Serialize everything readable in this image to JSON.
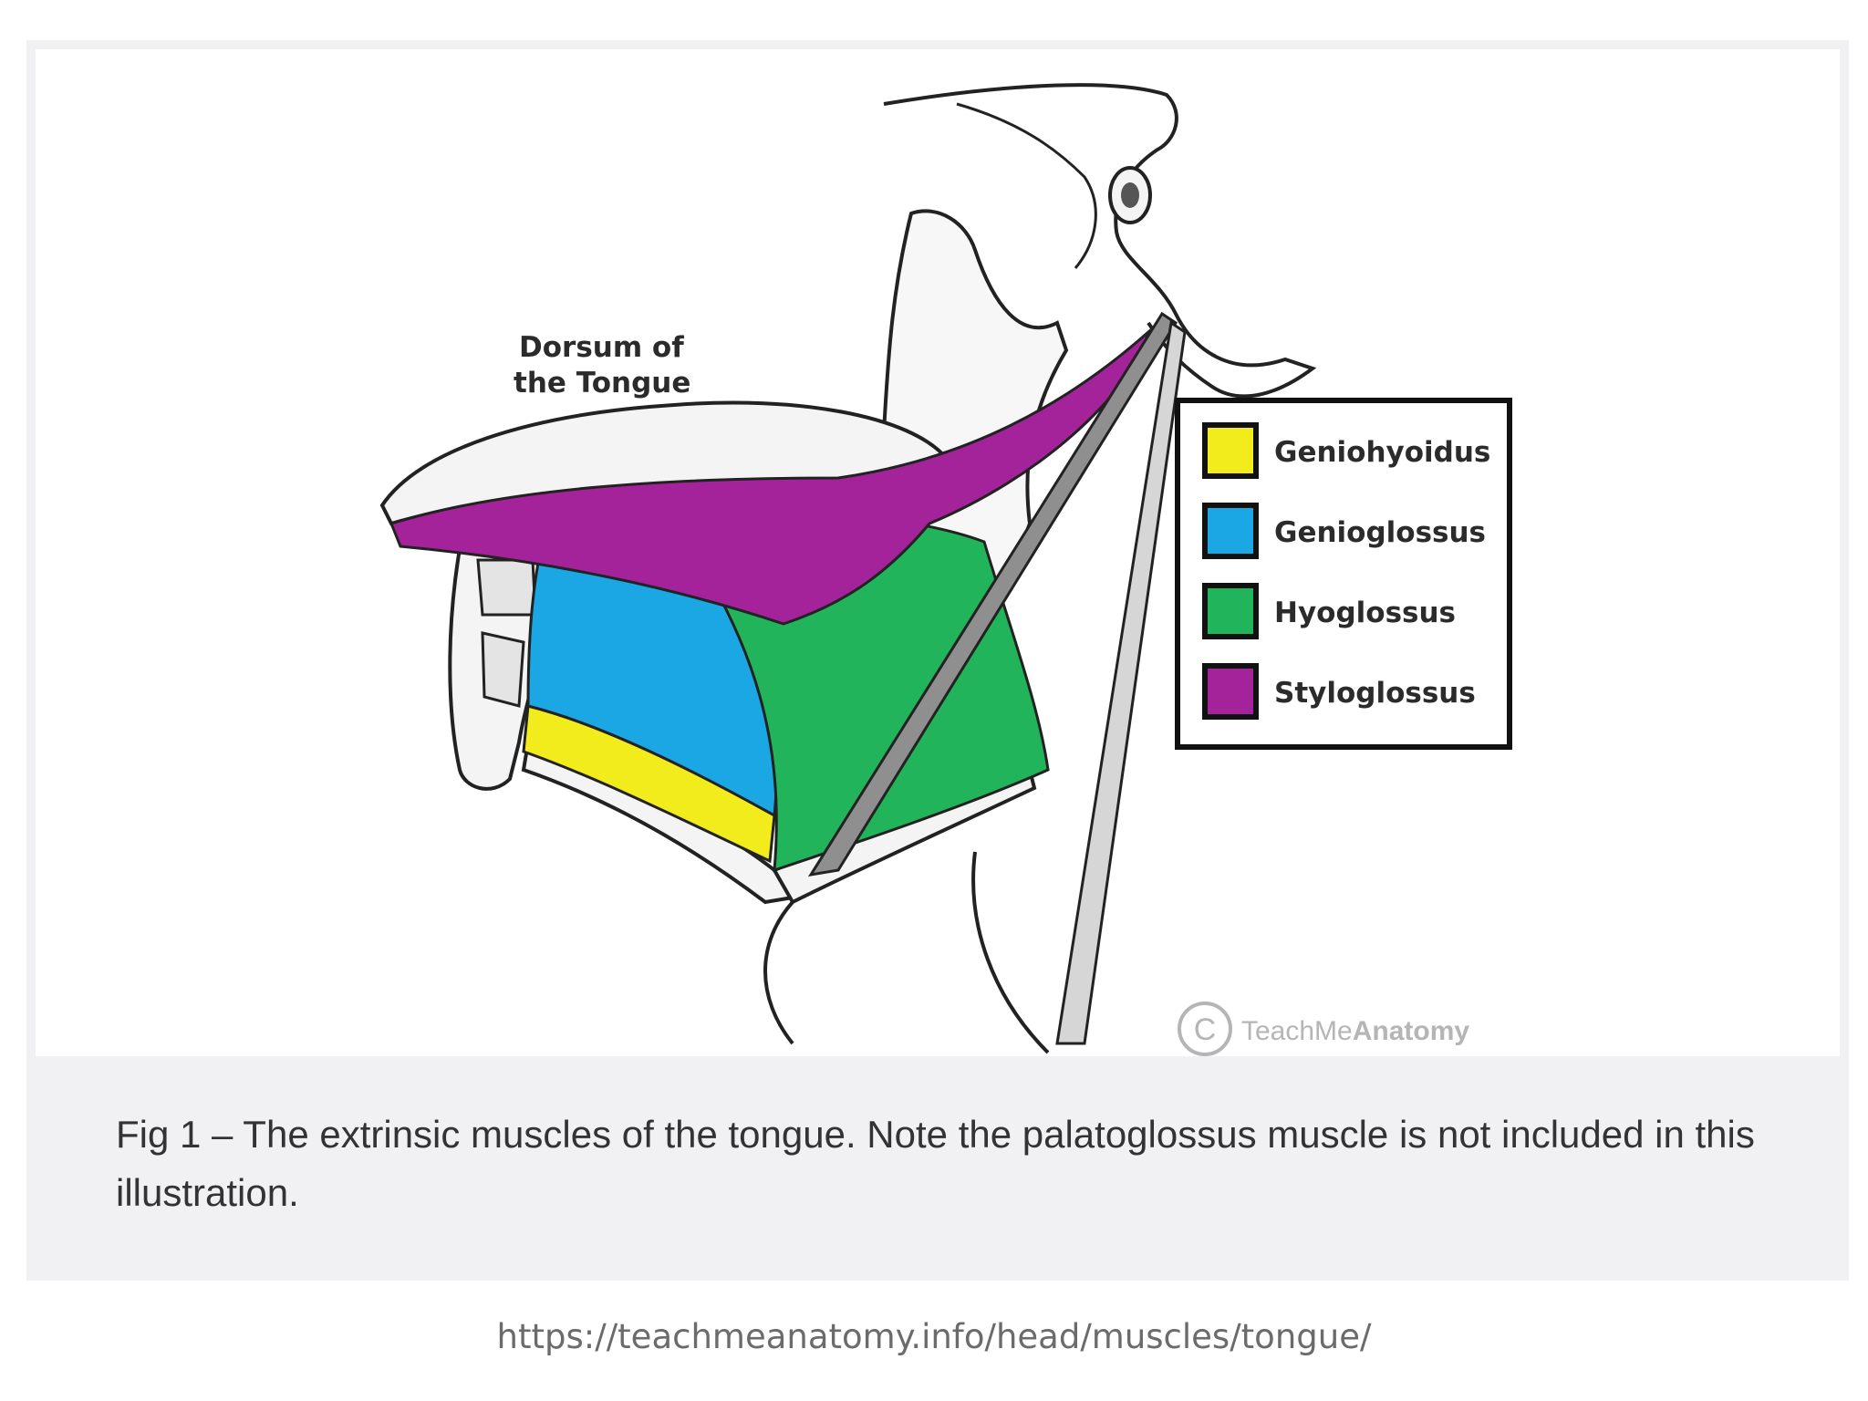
{
  "figure": {
    "label_dorsum_line1": "Dorsum of",
    "label_dorsum_line2": "the Tongue",
    "legend": [
      {
        "name": "Geniohyoidus",
        "color": "#f3ec1c"
      },
      {
        "name": "Genioglossus",
        "color": "#1aa7e3"
      },
      {
        "name": "Hyoglossus",
        "color": "#22b45a"
      },
      {
        "name": "Styloglossus",
        "color": "#a5239a"
      }
    ],
    "watermark_symbol": "C",
    "watermark_text_light": "TeachMe",
    "watermark_text_bold": "Anatomy",
    "caption": "Fig 1 – The extrinsic muscles of the tongue. Note the palatoglossus muscle is not included in this illustration."
  },
  "source_url": "https://teachmeanatomy.info/head/muscles/tongue/",
  "colors": {
    "card_background": "#f1f0f2",
    "bone_fill": "#f4f4f4",
    "outline": "#222222",
    "stylohyoid_gray": "#8f8f8f"
  }
}
